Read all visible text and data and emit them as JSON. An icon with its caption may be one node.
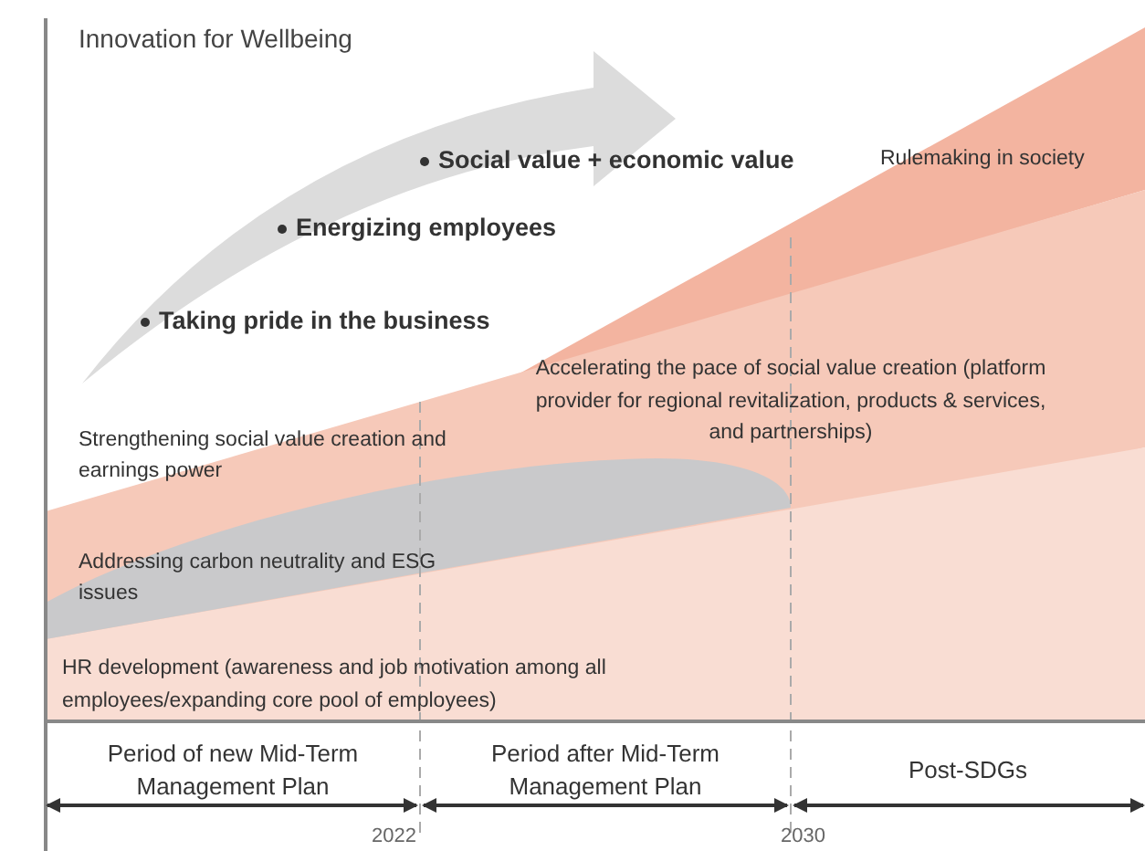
{
  "diagram": {
    "title": "Innovation for Wellbeing",
    "labels": [
      "Social value + economic value",
      "Rulemaking in society",
      "Energizing employees",
      "Taking pride in the business",
      "Accelerating the pace of social value creation (platform provider for regional revitalization, products & services, and partnerships)",
      "Strengthening social value creation and earnings power",
      "Addressing carbon neutrality and ESG issues",
      "HR development (awareness and job motivation among all employees/expanding core pool of employees)",
      "Period of new Mid-Term Management Plan",
      "Period after Mid-Term Management Plan",
      "Post-SDGs",
      "2022",
      "2030"
    ]
  }
}
